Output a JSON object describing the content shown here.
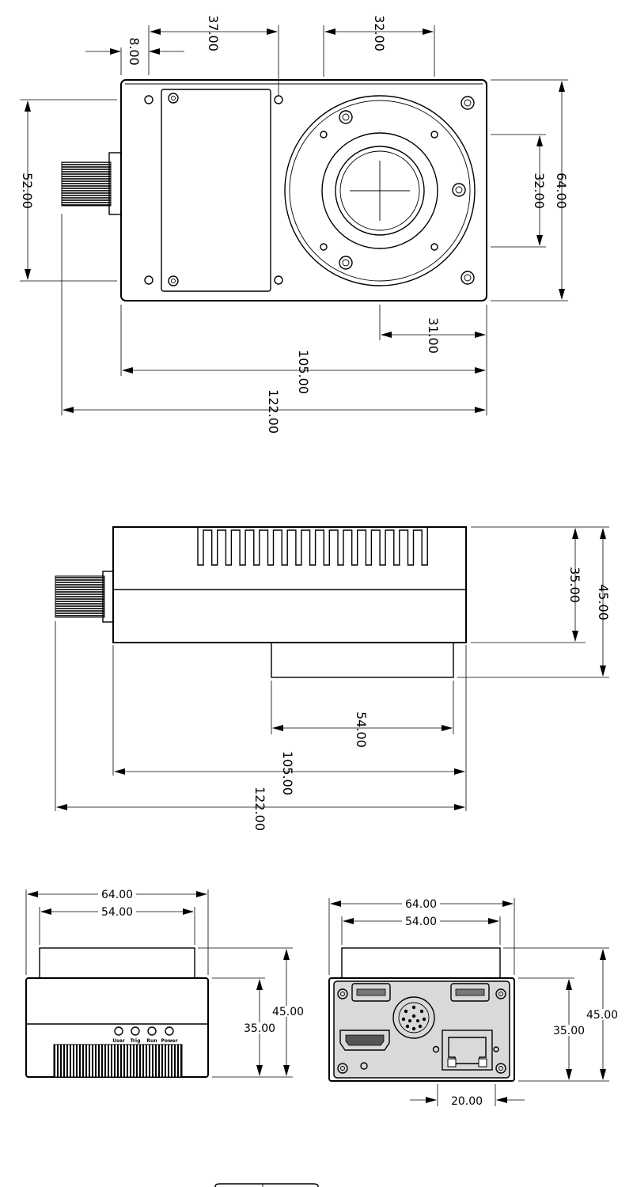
{
  "top_view": {
    "dims": {
      "w122": "122.00",
      "w105": "105.00",
      "d31": "31.00",
      "d8": "8.00",
      "d37": "37.00",
      "d32_top": "32.00",
      "d64": "64.00",
      "d32_right": "32.00",
      "d52": "52.00"
    }
  },
  "side_view": {
    "dims": {
      "w122": "122.00",
      "w105": "105.00",
      "w54": "54.00",
      "h35": "35.00",
      "h45": "45.00"
    }
  },
  "back_view": {
    "dims": {
      "w64": "64.00",
      "w54": "54.00",
      "h35": "35.00",
      "h45": "45.00"
    },
    "leds": [
      "User",
      "Trig",
      "Run",
      "Power"
    ]
  },
  "front_view": {
    "dims": {
      "w64": "64.00",
      "w54": "54.00",
      "h35": "35.00",
      "h45": "45.00",
      "w20": "20.00"
    }
  }
}
